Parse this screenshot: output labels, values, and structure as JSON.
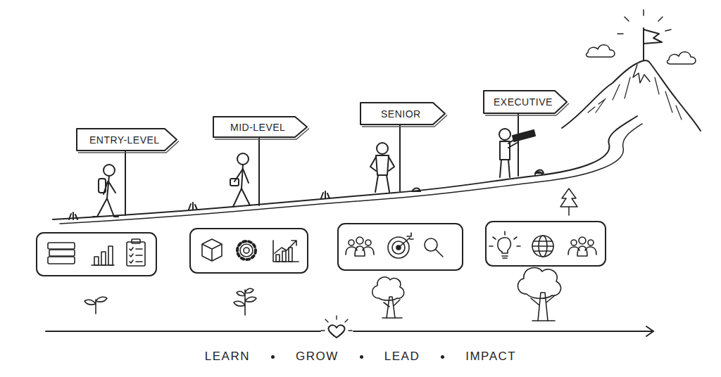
{
  "diagram": {
    "nodes": [
      {
        "text": [
          "ENTRY-LEVEL"
        ]
      },
      {
        "text": [
          "MID-LEVEL"
        ]
      },
      {
        "text": [
          "SENIOR"
        ]
      },
      {
        "text": [
          "EXECUTIVE"
        ]
      }
    ],
    "labels": [
      "LEARN",
      "GROW",
      "LEAD",
      "IMPACT"
    ]
  }
}
